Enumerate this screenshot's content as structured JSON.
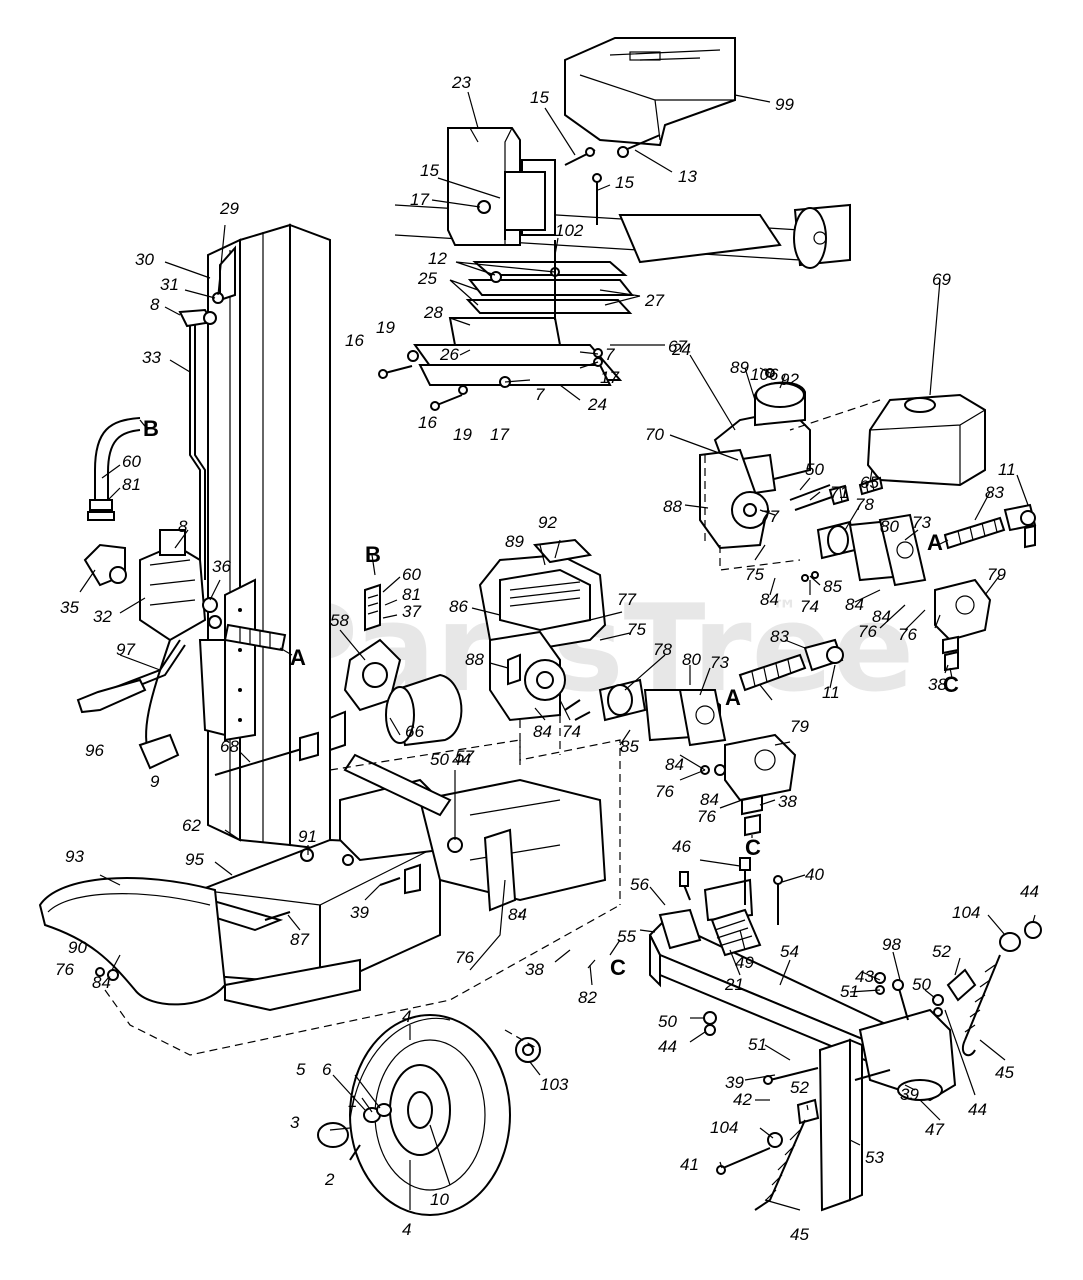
{
  "diagram": {
    "watermark": "PartsTree",
    "watermark_tm": "™",
    "parts": [
      {
        "key": "p99",
        "text": "99"
      },
      {
        "key": "p23",
        "text": "23"
      },
      {
        "key": "p15a",
        "text": "15"
      },
      {
        "key": "p15b",
        "text": "15"
      },
      {
        "key": "p15c",
        "text": "15"
      },
      {
        "key": "p13",
        "text": "13"
      },
      {
        "key": "p17a",
        "text": "17"
      },
      {
        "key": "p102",
        "text": "102"
      },
      {
        "key": "p12",
        "text": "12"
      },
      {
        "key": "p25",
        "text": "25"
      },
      {
        "key": "p27",
        "text": "27"
      },
      {
        "key": "p28",
        "text": "28"
      },
      {
        "key": "p24a",
        "text": "24"
      },
      {
        "key": "p19a",
        "text": "19"
      },
      {
        "key": "p16a",
        "text": "16"
      },
      {
        "key": "p7a",
        "text": "7"
      },
      {
        "key": "p17b",
        "text": "17"
      },
      {
        "key": "p26",
        "text": "26"
      },
      {
        "key": "p7b",
        "text": "7"
      },
      {
        "key": "p24b",
        "text": "24"
      },
      {
        "key": "p16b",
        "text": "16"
      },
      {
        "key": "p19b",
        "text": "19"
      },
      {
        "key": "p17c",
        "text": "17"
      },
      {
        "key": "p29",
        "text": "29"
      },
      {
        "key": "p30",
        "text": "30"
      },
      {
        "key": "p31",
        "text": "31"
      },
      {
        "key": "p8a",
        "text": "8"
      },
      {
        "key": "p33",
        "text": "33"
      },
      {
        "key": "p60a",
        "text": "60"
      },
      {
        "key": "p81a",
        "text": "81"
      },
      {
        "key": "p8b",
        "text": "8"
      },
      {
        "key": "p35",
        "text": "35"
      },
      {
        "key": "p36",
        "text": "36"
      },
      {
        "key": "p32",
        "text": "32"
      },
      {
        "key": "p97",
        "text": "97"
      },
      {
        "key": "p96",
        "text": "96"
      },
      {
        "key": "p9",
        "text": "9"
      },
      {
        "key": "p60b",
        "text": "60"
      },
      {
        "key": "p81b",
        "text": "81"
      },
      {
        "key": "p37",
        "text": "37"
      },
      {
        "key": "p58",
        "text": "58"
      },
      {
        "key": "p66",
        "text": "66"
      },
      {
        "key": "p57",
        "text": "57"
      },
      {
        "key": "p68",
        "text": "68"
      },
      {
        "key": "p62",
        "text": "62"
      },
      {
        "key": "p91",
        "text": "91"
      },
      {
        "key": "p95",
        "text": "95"
      },
      {
        "key": "p93",
        "text": "93"
      },
      {
        "key": "p39a",
        "text": "39"
      },
      {
        "key": "p87",
        "text": "87"
      },
      {
        "key": "p90",
        "text": "90"
      },
      {
        "key": "p76a",
        "text": "76"
      },
      {
        "key": "p84a",
        "text": "84"
      },
      {
        "key": "p50a",
        "text": "50"
      },
      {
        "key": "p44a",
        "text": "44"
      },
      {
        "key": "p84b",
        "text": "84"
      },
      {
        "key": "p76b",
        "text": "76"
      },
      {
        "key": "p38a",
        "text": "38"
      },
      {
        "key": "p82",
        "text": "82"
      },
      {
        "key": "p4a",
        "text": "4"
      },
      {
        "key": "p5",
        "text": "5"
      },
      {
        "key": "p6",
        "text": "6"
      },
      {
        "key": "p1",
        "text": "1"
      },
      {
        "key": "p3",
        "text": "3"
      },
      {
        "key": "p2",
        "text": "2"
      },
      {
        "key": "p10",
        "text": "10"
      },
      {
        "key": "p4b",
        "text": "4"
      },
      {
        "key": "p103",
        "text": "103"
      },
      {
        "key": "p89a",
        "text": "89"
      },
      {
        "key": "p92a",
        "text": "92"
      },
      {
        "key": "p86",
        "text": "86"
      },
      {
        "key": "p77a",
        "text": "77"
      },
      {
        "key": "p75a",
        "text": "75"
      },
      {
        "key": "p78a",
        "text": "78"
      },
      {
        "key": "p80a",
        "text": "80"
      },
      {
        "key": "p73a",
        "text": "73"
      },
      {
        "key": "p88a",
        "text": "88"
      },
      {
        "key": "p84c",
        "text": "84"
      },
      {
        "key": "p74a",
        "text": "74"
      },
      {
        "key": "p85a",
        "text": "85"
      },
      {
        "key": "p84d",
        "text": "84"
      },
      {
        "key": "p76c",
        "text": "76"
      },
      {
        "key": "p84e",
        "text": "84"
      },
      {
        "key": "p76d",
        "text": "76"
      },
      {
        "key": "p79a",
        "text": "79"
      },
      {
        "key": "p38b",
        "text": "38"
      },
      {
        "key": "p83a",
        "text": "83"
      },
      {
        "key": "p11a",
        "text": "11"
      },
      {
        "key": "p106",
        "text": "106"
      },
      {
        "key": "p92b",
        "text": "92"
      },
      {
        "key": "p67",
        "text": "67"
      },
      {
        "key": "p89b",
        "text": "89"
      },
      {
        "key": "p69",
        "text": "69"
      },
      {
        "key": "p70",
        "text": "70"
      },
      {
        "key": "p50b",
        "text": "50"
      },
      {
        "key": "p71",
        "text": "71"
      },
      {
        "key": "p11b",
        "text": "11"
      },
      {
        "key": "p64",
        "text": "64"
      },
      {
        "key": "p65",
        "text": "65"
      },
      {
        "key": "p83b",
        "text": "83"
      },
      {
        "key": "p88b",
        "text": "88"
      },
      {
        "key": "p77b",
        "text": "77"
      },
      {
        "key": "p78b",
        "text": "78"
      },
      {
        "key": "p80b",
        "text": "80"
      },
      {
        "key": "p73b",
        "text": "73"
      },
      {
        "key": "p75b",
        "text": "75"
      },
      {
        "key": "p85b",
        "text": "85"
      },
      {
        "key": "p84f",
        "text": "84"
      },
      {
        "key": "p74b",
        "text": "74"
      },
      {
        "key": "p84g",
        "text": "84"
      },
      {
        "key": "p84h",
        "text": "84"
      },
      {
        "key": "p76e",
        "text": "76"
      },
      {
        "key": "p76f",
        "text": "76"
      },
      {
        "key": "p79b",
        "text": "79"
      },
      {
        "key": "p38c",
        "text": "38"
      },
      {
        "key": "p46",
        "text": "46"
      },
      {
        "key": "p40",
        "text": "40"
      },
      {
        "key": "p56",
        "text": "56"
      },
      {
        "key": "p55",
        "text": "55"
      },
      {
        "key": "p49",
        "text": "49"
      },
      {
        "key": "p21",
        "text": "21"
      },
      {
        "key": "p54",
        "text": "54"
      },
      {
        "key": "p50c",
        "text": "50"
      },
      {
        "key": "p44b",
        "text": "44"
      },
      {
        "key": "p39b",
        "text": "39"
      },
      {
        "key": "p51a",
        "text": "51"
      },
      {
        "key": "p42",
        "text": "42"
      },
      {
        "key": "p52a",
        "text": "52"
      },
      {
        "key": "p104a",
        "text": "104"
      },
      {
        "key": "p41",
        "text": "41"
      },
      {
        "key": "p45a",
        "text": "45"
      },
      {
        "key": "p53",
        "text": "53"
      },
      {
        "key": "p98",
        "text": "98"
      },
      {
        "key": "p43",
        "text": "43"
      },
      {
        "key": "p51b",
        "text": "51"
      },
      {
        "key": "p52b",
        "text": "52"
      },
      {
        "key": "p50d",
        "text": "50"
      },
      {
        "key": "p104b",
        "text": "104"
      },
      {
        "key": "p44c",
        "text": "44"
      },
      {
        "key": "p45b",
        "text": "45"
      },
      {
        "key": "p44d",
        "text": "44"
      },
      {
        "key": "p39c",
        "text": "39"
      },
      {
        "key": "p47",
        "text": "47"
      }
    ],
    "connectors": [
      {
        "key": "cB1",
        "text": "B"
      },
      {
        "key": "cB2",
        "text": "B"
      },
      {
        "key": "cA1",
        "text": "A"
      },
      {
        "key": "cA2",
        "text": "A"
      },
      {
        "key": "cA3",
        "text": "A"
      },
      {
        "key": "cC1",
        "text": "C"
      },
      {
        "key": "cC2",
        "text": "C"
      },
      {
        "key": "cC3",
        "text": "C"
      }
    ]
  }
}
